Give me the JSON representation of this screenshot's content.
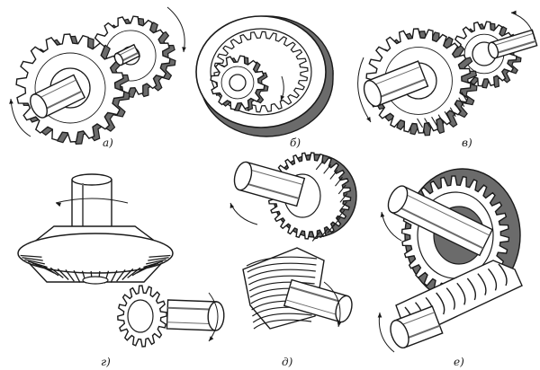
{
  "colors": {
    "ink": "#1a1a1a",
    "paper": "#ffffff",
    "shade": "#6b6b6b"
  },
  "panels": [
    {
      "id": "a",
      "caption": "а)",
      "kind": "external-spur-gear-pair"
    },
    {
      "id": "b",
      "caption": "б)",
      "kind": "internal-spur-gear-pair"
    },
    {
      "id": "v",
      "caption": "в)",
      "kind": "helical-spur-gear-pair"
    },
    {
      "id": "g",
      "caption": "г)",
      "kind": "bevel-gear-pair"
    },
    {
      "id": "d",
      "caption": "д)",
      "kind": "crossed-helical-gear-pair"
    },
    {
      "id": "e",
      "caption": "е)",
      "kind": "worm-gear-pair"
    }
  ]
}
